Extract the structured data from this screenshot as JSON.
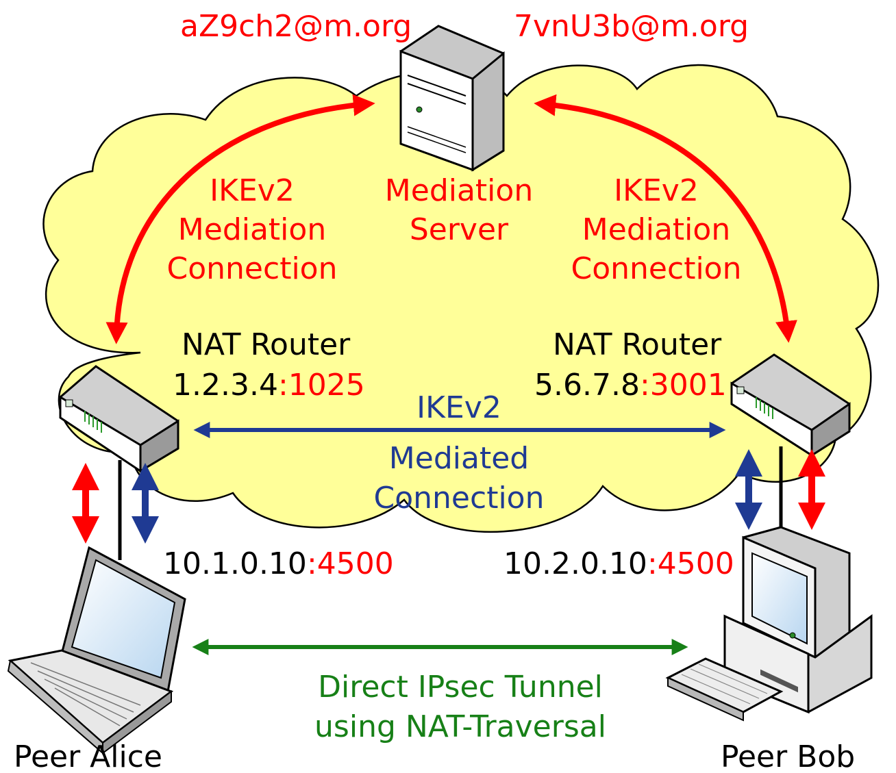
{
  "colors": {
    "red": "#ff0000",
    "blue": "#1f3a93",
    "green": "#178017",
    "cloud": "#ffff99",
    "black": "#000000"
  },
  "top": {
    "email_left": "aZ9ch2@m.org",
    "email_right": "7vnU3b@m.org"
  },
  "mediation": {
    "server_line1": "Mediation",
    "server_line2": "Server",
    "left_conn": [
      "IKEv2",
      "Mediation",
      "Connection"
    ],
    "right_conn": [
      "IKEv2",
      "Mediation",
      "Connection"
    ]
  },
  "nat_left": {
    "title": "NAT Router",
    "ip": "1.2.3.4",
    "port": ":1025"
  },
  "nat_right": {
    "title": "NAT Router",
    "ip": "5.6.7.8",
    "port": ":3001"
  },
  "mediated": {
    "line1": "IKEv2",
    "line2": "Mediated",
    "line3": "Connection"
  },
  "peer_left": {
    "ip": "10.1.0.10",
    "port": ":4500",
    "name": "Peer Alice"
  },
  "peer_right": {
    "ip": "10.2.0.10",
    "port": ":4500",
    "name": "Peer Bob"
  },
  "tunnel": {
    "line1": "Direct IPsec Tunnel",
    "line2": "using NAT-Traversal"
  },
  "icons": [
    "server-icon",
    "router-icon",
    "laptop-icon",
    "desktop-computer-icon",
    "keyboard-icon"
  ]
}
